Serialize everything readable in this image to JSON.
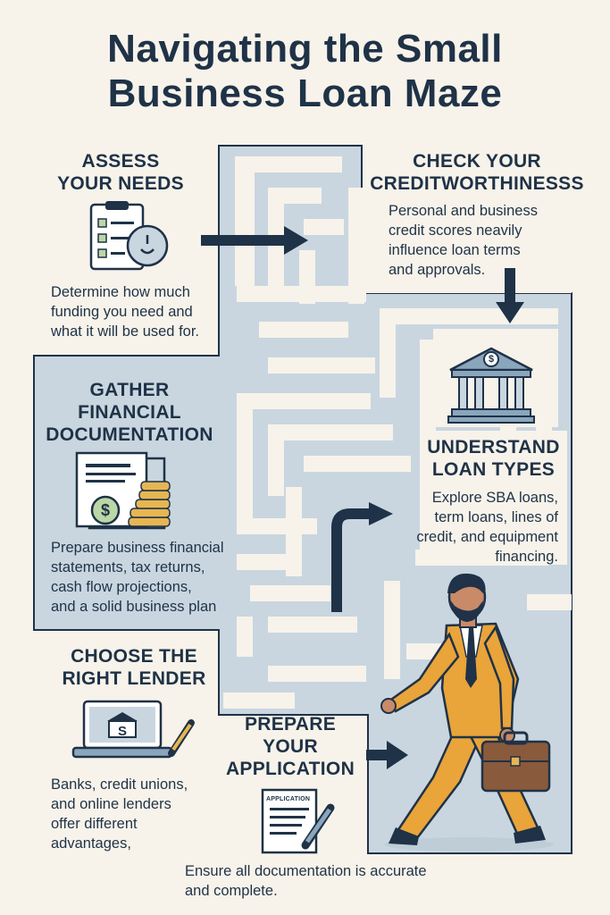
{
  "title": {
    "line1": "Navigating the Small",
    "line2": "Business Loan Maze"
  },
  "steps": {
    "assess": {
      "heading_l1": "ASSESS",
      "heading_l2": "YOUR NEEDS",
      "body_l1": "Determine how much",
      "body_l2": "funding you need and",
      "body_l3": "what it will be used for.",
      "icon": "clipboard-checklist-icon"
    },
    "credit": {
      "heading_l1": "CHECK YOUR",
      "heading_l2": "CREDITWORTHINESSS",
      "body_l1": "Personal and business",
      "body_l2": "credit scores neavily",
      "body_l3": "influence loan terms",
      "body_l4": "and approvals.",
      "icon": "bank-icon"
    },
    "gather": {
      "heading_l1": "GATHER",
      "heading_l2": "FINANCIAL",
      "heading_l3": "DOCUMENTATION",
      "body_l1": "Prepare business financial",
      "body_l2": "statements, tax returns,",
      "body_l3": "cash flow projections,",
      "body_l4": "and a solid business plan",
      "icon": "documents-coins-icon"
    },
    "loan_types": {
      "heading_l1": "UNDERSTAND",
      "heading_l2": "LOAN TYPES",
      "body_l1": "Explore SBA loans,",
      "body_l2": "term loans, lines of",
      "body_l3": "credit, and equipment",
      "body_l4": "financing."
    },
    "lender": {
      "heading_l1": "CHOOSE THE",
      "heading_l2": "RIGHT LENDER",
      "body_l1": "Banks, credit unions,",
      "body_l2": "and online lenders",
      "body_l3": "offer different",
      "body_l4": "advantages,",
      "icon": "laptop-bank-icon",
      "laptop_symbol": "S"
    },
    "application": {
      "heading_l1": "PREPARE",
      "heading_l2": "YOUR",
      "heading_l3": "APPLICATION",
      "body_l1": "Ensure all documentation is accurate",
      "body_l2": "and complete.",
      "icon": "application-form-icon",
      "form_label": "APPLICATION"
    }
  },
  "icons": {
    "bank_symbol": "$",
    "money_symbol": "$"
  },
  "colors": {
    "background": "#f7f3ea",
    "navy": "#1f3247",
    "maze_blue": "#c9d6e0",
    "suit_orange": "#e9a43a",
    "briefcase_brown": "#8a5a3c",
    "coin_gold": "#e6b653",
    "money_green": "#bcd7a6"
  }
}
